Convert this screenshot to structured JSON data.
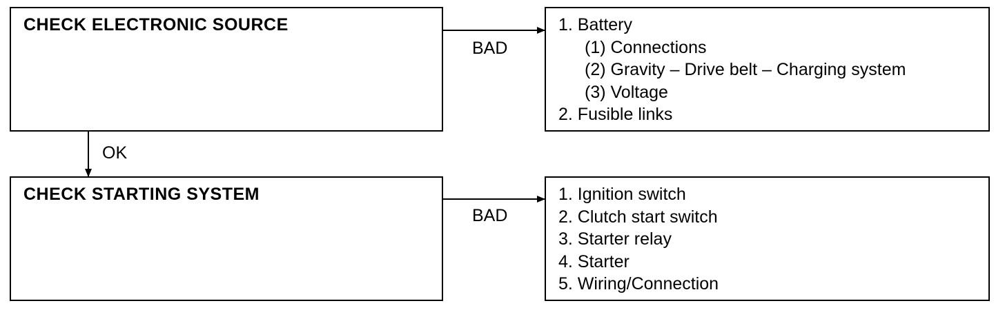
{
  "steps": [
    {
      "title": "CHECK ELECTRONIC SOURCE",
      "bad_label": "BAD",
      "causes": [
        {
          "text": "1. Battery",
          "level": 0
        },
        {
          "text": "(1) Connections",
          "level": 1
        },
        {
          "text": "(2) Gravity – Drive belt – Charging system",
          "level": 1
        },
        {
          "text": "(3) Voltage",
          "level": 1
        },
        {
          "text": "2. Fusible links",
          "level": 0
        }
      ]
    },
    {
      "title": "CHECK STARTING SYSTEM",
      "bad_label": "BAD",
      "causes": [
        {
          "text": "1. Ignition switch",
          "level": 0
        },
        {
          "text": "2. Clutch start switch",
          "level": 0
        },
        {
          "text": "3. Starter relay",
          "level": 0
        },
        {
          "text": "4. Starter",
          "level": 0
        },
        {
          "text": "5. Wiring/Connection",
          "level": 0
        }
      ]
    }
  ],
  "flow": {
    "ok_label": "OK"
  }
}
